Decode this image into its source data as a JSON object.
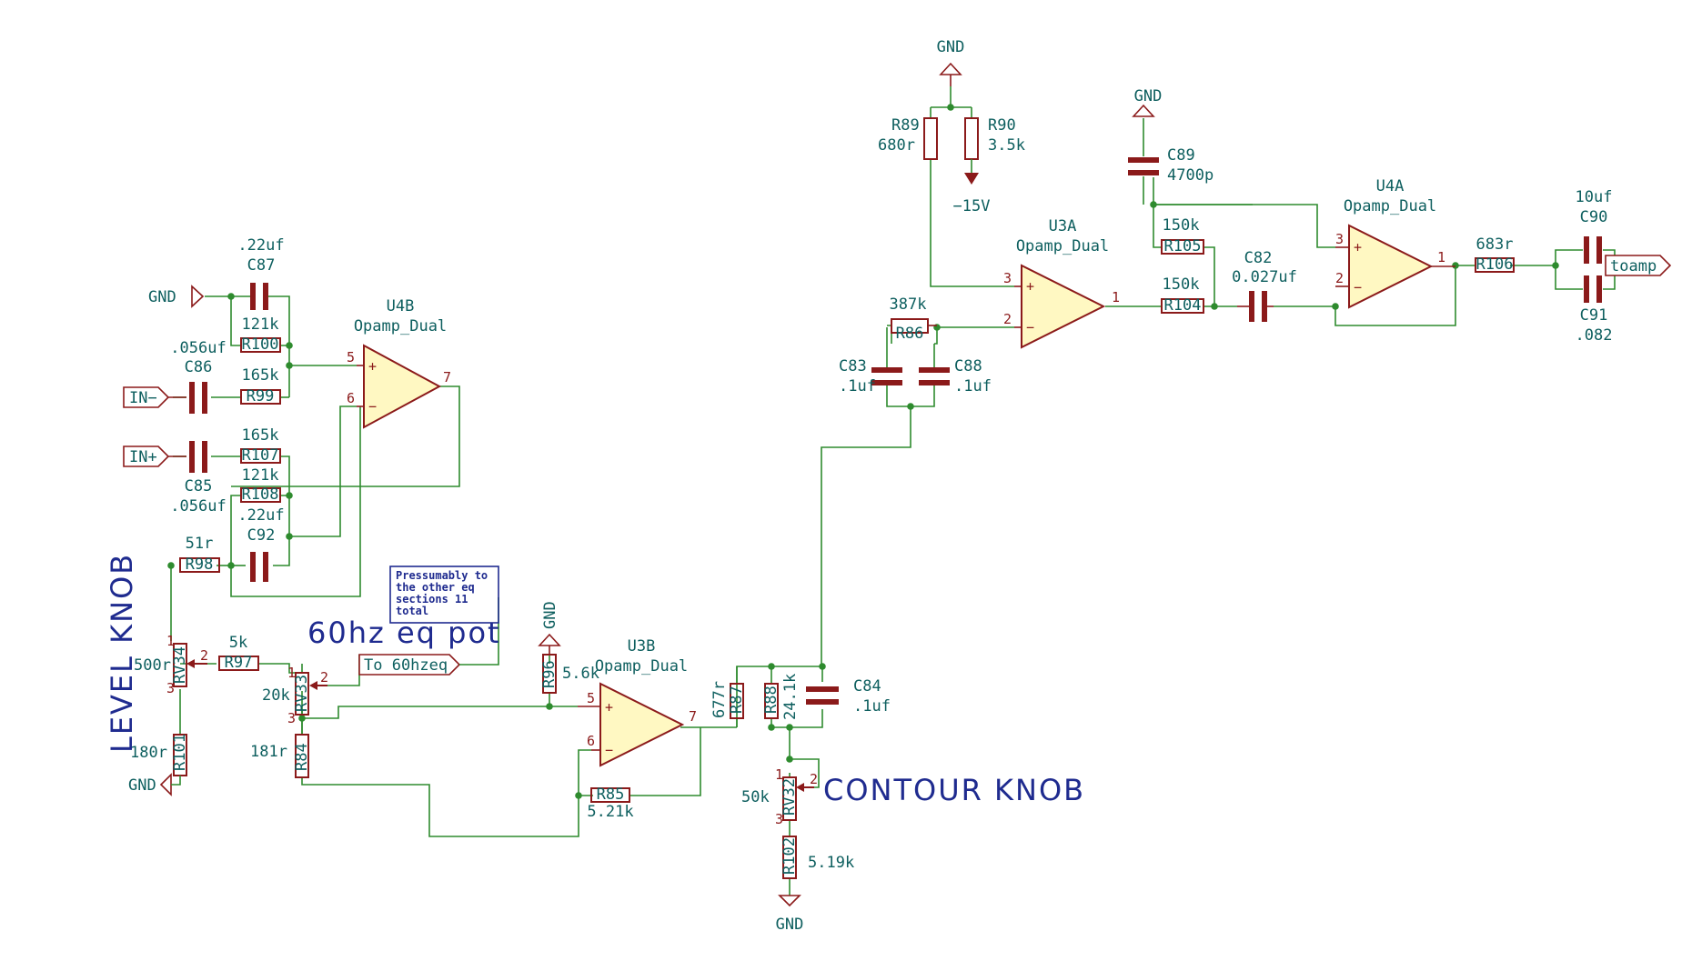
{
  "opamps": {
    "u4b": {
      "ref": "U4B",
      "value": "Opamp_Dual",
      "plus_pin": "5",
      "minus_pin": "6",
      "out_pin": "7"
    },
    "u3a": {
      "ref": "U3A",
      "value": "Opamp_Dual",
      "plus_pin": "3",
      "minus_pin": "2",
      "out_pin": "1"
    },
    "u3b": {
      "ref": "U3B",
      "value": "Opamp_Dual",
      "plus_pin": "5",
      "minus_pin": "6",
      "out_pin": "7"
    },
    "u4a": {
      "ref": "U4A",
      "value": "Opamp_Dual",
      "plus_pin": "3",
      "minus_pin": "2",
      "out_pin": "1"
    }
  },
  "resistors": {
    "r89": {
      "ref": "R89",
      "value": "680r"
    },
    "r90": {
      "ref": "R90",
      "value": "3.5k"
    },
    "r86": {
      "ref": "R86",
      "value": "387k"
    },
    "r105": {
      "ref": "R105",
      "value": "150k"
    },
    "r104": {
      "ref": "R104",
      "value": "150k"
    },
    "r106": {
      "ref": "R106",
      "value": "683r"
    },
    "r100": {
      "ref": "R100",
      "value": "121k"
    },
    "r99": {
      "ref": "R99",
      "value": "165k"
    },
    "r107": {
      "ref": "R107",
      "value": "165k"
    },
    "r108": {
      "ref": "R108",
      "value": "121k"
    },
    "r98": {
      "ref": "R98",
      "value": "51r"
    },
    "r97": {
      "ref": "R97",
      "value": "5k"
    },
    "r101": {
      "ref": "R101",
      "value": "180r"
    },
    "r84": {
      "ref": "R84",
      "value": "181r"
    },
    "r96": {
      "ref": "R96",
      "value": "5.6k"
    },
    "r85": {
      "ref": "R85",
      "value": "5.21k"
    },
    "r87": {
      "ref": "R87",
      "value": "677r"
    },
    "r88": {
      "ref": "R88",
      "value": "24.1k"
    },
    "r102": {
      "ref": "R102",
      "value": "5.19k"
    }
  },
  "capacitors": {
    "c89": {
      "ref": "C89",
      "value": "4700p"
    },
    "c82": {
      "ref": "C82",
      "value": "0.027uf"
    },
    "c90": {
      "ref": "C90",
      "value": "10uf"
    },
    "c91": {
      "ref": "C91",
      "value": ".082"
    },
    "c83": {
      "ref": "C83",
      "value": ".1uf"
    },
    "c88": {
      "ref": "C88",
      "value": ".1uf"
    },
    "c87": {
      "ref": "C87",
      "value": ".22uf"
    },
    "c86": {
      "ref": "C86",
      "value": ".056uf"
    },
    "c85": {
      "ref": "C85",
      "value": ".056uf"
    },
    "c92": {
      "ref": "C92",
      "value": ".22uf"
    },
    "c84": {
      "ref": "C84",
      "value": ".1uf"
    }
  },
  "pots": {
    "rv34": {
      "ref": "RV34",
      "value": "500r",
      "p1": "1",
      "p2": "2",
      "p3": "3"
    },
    "rv33": {
      "ref": "RV33",
      "value": "20k",
      "p1": "1",
      "p2": "2",
      "p3": "3"
    },
    "rv32": {
      "ref": "RV32",
      "value": "50k",
      "p1": "1",
      "p2": "2",
      "p3": "3"
    }
  },
  "power": {
    "gnd": "GND",
    "neg15": "−15V"
  },
  "ports": {
    "in_minus": "IN−",
    "in_plus": "IN+",
    "to_60hzeq": "To 60hzeq",
    "toamp": "toamp"
  },
  "annotations": {
    "level_knob": "LEVEL KNOB",
    "contour_knob": "CONTOUR KNOB",
    "eq_pot": "60hz eq pot",
    "note_lines": [
      "Pressumably to",
      "the other eq",
      "sections 11",
      "total"
    ]
  },
  "colors": {
    "wire": "#2e8b2e",
    "component": "#8b1a1a",
    "opamp_fill": "#fff8c2",
    "label_text": "#0e5f5f",
    "annotation": "#1f2b8f"
  }
}
